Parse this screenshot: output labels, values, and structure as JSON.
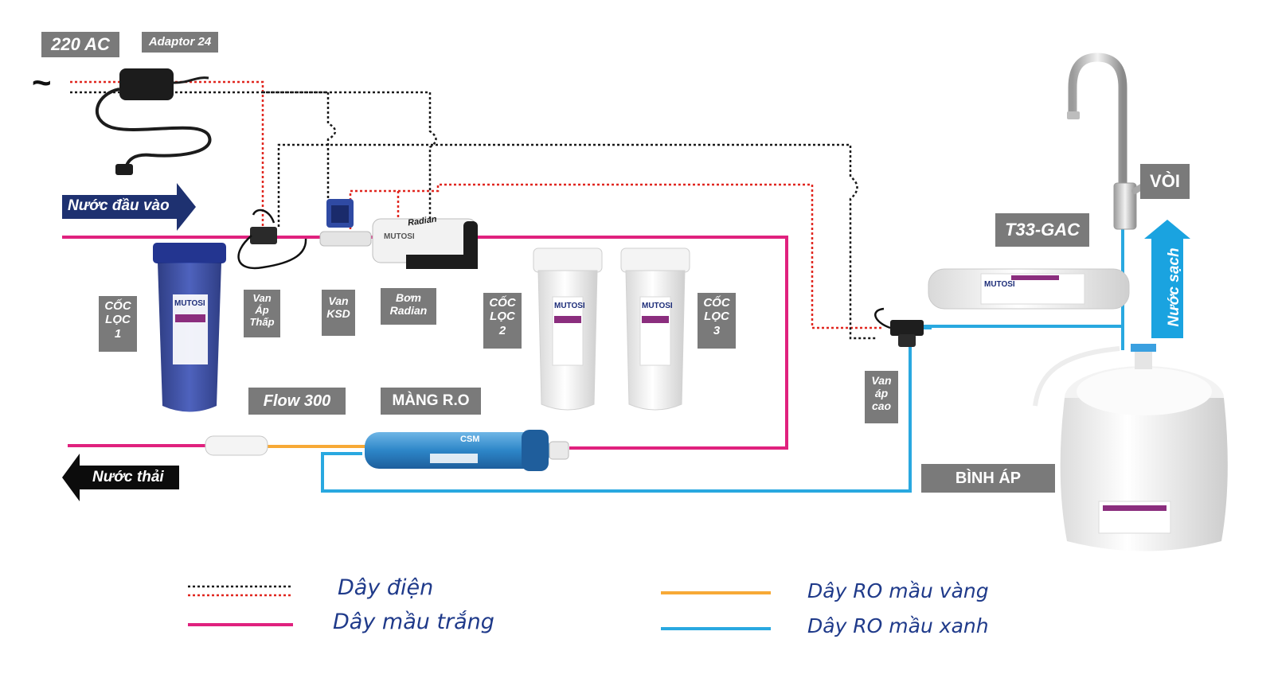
{
  "labels": {
    "ac": "220 AC",
    "adaptor": "Adaptor 24",
    "tilde": "~",
    "water_in": "Nước đầu vào",
    "water_out": "Nước thải",
    "clean_water": "Nước sạch",
    "cup1": [
      "CỐC",
      "LỌC",
      "1"
    ],
    "cup2": [
      "CỐC",
      "LỌC",
      "2"
    ],
    "cup3": [
      "CỐC",
      "LỌC",
      "3"
    ],
    "low_valve": [
      "Van",
      "Áp",
      "Thấp"
    ],
    "ksd_valve": [
      "Van",
      "KSD"
    ],
    "pump": [
      "Bơm",
      "Radian"
    ],
    "high_valve": [
      "Van",
      "áp",
      "cao"
    ],
    "flow": "Flow 300",
    "membrane": "MÀNG R.O",
    "t33": "T33-GAC",
    "faucet": "VÒI",
    "tank": "BÌNH ÁP"
  },
  "product_text": {
    "brand": "MUTOSI",
    "pump_brand": "Radian",
    "membrane_brand": "CSM"
  },
  "legend": {
    "electric": "Dây điện",
    "white_wire": "Dây mầu trắng",
    "ro_yellow": "Dây RO mầu vàng",
    "ro_blue": "Dây RO mầu xanh"
  },
  "colors": {
    "magenta_pipe": "#e0217e",
    "blue_pipe": "#29a8e0",
    "yellow_pipe": "#f7a936",
    "electric_red": "#e0261f",
    "electric_black": "#1a1a1a",
    "tag_gray": "#7a7a7a",
    "arrow_navy": "#1e3170",
    "arrow_black": "#0c0c0c",
    "arrow_cyan": "#1aa3e0",
    "legend_text": "#1f3a8a"
  }
}
